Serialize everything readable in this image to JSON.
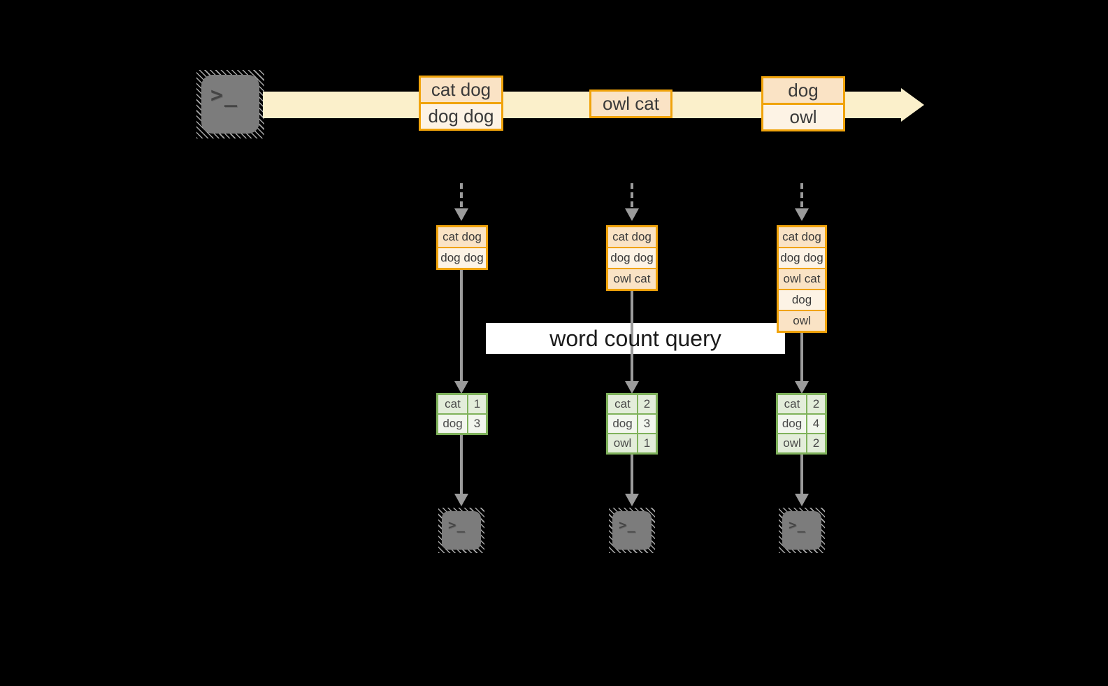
{
  "diagram": {
    "query_label": "word count query",
    "terminal_glyph": ">_",
    "stream_messages": [
      {
        "cells": [
          "cat dog",
          "dog dog"
        ]
      },
      {
        "cells": [
          "owl cat"
        ]
      },
      {
        "cells": [
          "dog",
          "owl"
        ]
      }
    ],
    "pipelines": [
      {
        "buffer": [
          "cat dog",
          "dog dog"
        ],
        "counts": [
          {
            "word": "cat",
            "count": 1
          },
          {
            "word": "dog",
            "count": 3
          }
        ]
      },
      {
        "buffer": [
          "cat dog",
          "dog dog",
          "owl cat"
        ],
        "counts": [
          {
            "word": "cat",
            "count": 2
          },
          {
            "word": "dog",
            "count": 3
          },
          {
            "word": "owl",
            "count": 1
          }
        ]
      },
      {
        "buffer": [
          "cat dog",
          "dog dog",
          "owl cat",
          "dog",
          "owl"
        ],
        "counts": [
          {
            "word": "cat",
            "count": 2
          },
          {
            "word": "dog",
            "count": 4
          },
          {
            "word": "owl",
            "count": 2
          }
        ]
      }
    ],
    "colors": {
      "background": "#000000",
      "stream_band": "#FBF0CB",
      "box_border": "#F0A30B",
      "cell_peach": "#FAE3C5",
      "cell_cream": "#FDF3E5",
      "table_border": "#7FB25B",
      "table_row_green": "#E3EDDA",
      "table_row_light": "#F2F6EE",
      "arrow_gray": "#9B9B9B",
      "terminal_gray": "#7C7C7C",
      "label_bg": "#FFFFFF"
    }
  }
}
